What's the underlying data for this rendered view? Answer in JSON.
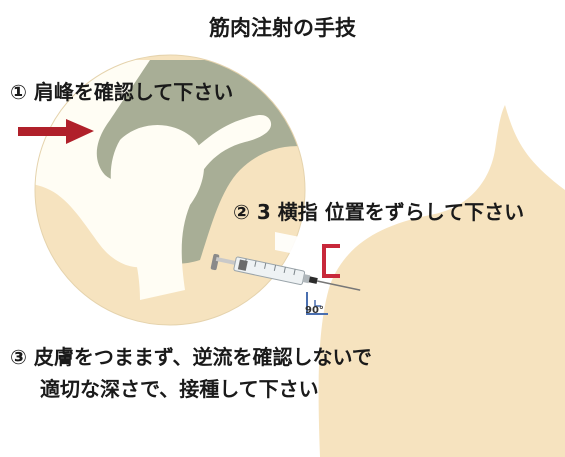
{
  "title": "筋肉注射の手技",
  "steps": [
    {
      "marker": "①",
      "text": "肩峰を確認して下さい"
    },
    {
      "marker": "②",
      "text": "3 横指 位置をずらして下さい"
    },
    {
      "marker": "③",
      "text": "皮膚をつままず、逆流を確認しないで",
      "text2": "適切な深さで、接種して下さい"
    }
  ],
  "angle_label": "90°",
  "colors": {
    "skin": "#f6e3bf",
    "bone": "#fffdf4",
    "muscle": "#9aa58e",
    "arrow": "#b0202a",
    "marker": "#c8283a",
    "angle": "#4a6fb0"
  }
}
